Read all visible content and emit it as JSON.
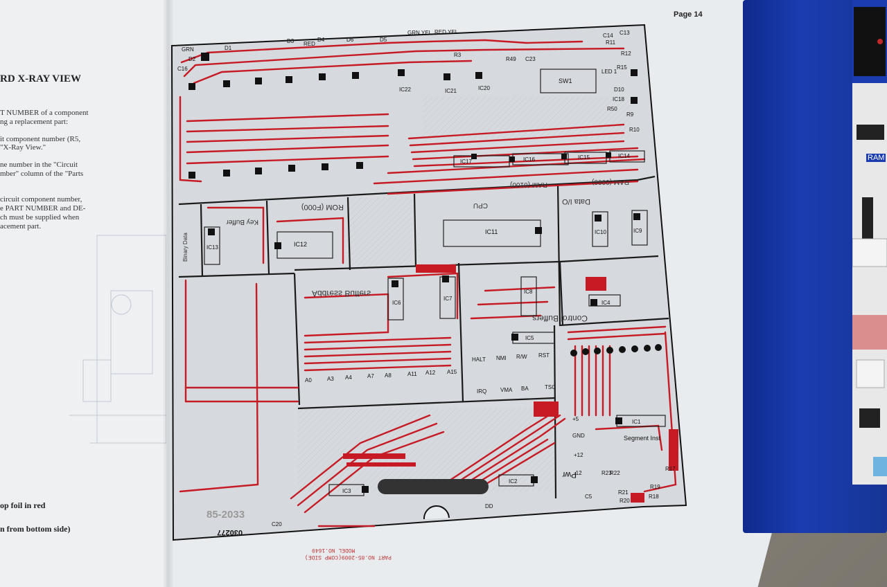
{
  "page": {
    "number": "Page 14"
  },
  "left_page": {
    "heading": "RD X-RAY VIEW",
    "paragraphs": [
      "T NUMBER of a component",
      "ng a replacement part:",
      "it component number (R5,",
      "\"X-Ray View.\"",
      "ne number in the \"Circuit",
      "mber\" column of the \"Parts",
      "circuit component number,",
      "e PART NUMBER and DE-",
      "ch must be supplied when",
      "acement part."
    ],
    "foil_note": "op foil in red",
    "bottom_note": "n from bottom side)"
  },
  "board": {
    "part_number": "85-2033",
    "serial": "030277",
    "model_line": "MODEL NO.1649",
    "part_line": "PART NO.85-2009(COMP SIDE)",
    "section_labels": [
      "Address Buffers",
      "Control Buffers",
      "Data I/O",
      "ROM (F000)",
      "RAM (0100)",
      "RAM (0000)",
      "CPU",
      "Key Buffer",
      "Segment Inst",
      "Binary Data",
      "Pwr",
      "SW1"
    ],
    "ic_labels": [
      "IC1",
      "IC2",
      "IC3",
      "IC4",
      "IC5",
      "IC6",
      "IC7",
      "IC8",
      "IC9",
      "IC10",
      "IC11",
      "IC12",
      "IC13",
      "IC14",
      "IC15",
      "IC16",
      "IC17",
      "IC18",
      "IC20",
      "IC21",
      "IC22"
    ],
    "address_labels": [
      "A0",
      "A3",
      "A4",
      "A7",
      "A8",
      "A11",
      "A12",
      "A15"
    ],
    "control_labels": [
      "HALT",
      "NMI",
      "R/W",
      "RST",
      "IRQ",
      "VMA",
      "BA",
      "TSC"
    ],
    "power_labels": [
      "GND",
      "+5",
      "+12",
      "-12"
    ],
    "top_labels": [
      "GRN",
      "D1",
      "D2",
      "D3",
      "D4",
      "D5",
      "D6",
      "GRN.YEL",
      "RED.YEL",
      "RED",
      "C16",
      "C13",
      "C14",
      "C23",
      "R3",
      "R49",
      "LED 1",
      "D10",
      "R15",
      "R50",
      "R9",
      "R10",
      "R11",
      "R12"
    ],
    "bottom_labels": [
      "C20",
      "C5",
      "R21",
      "R20",
      "R18",
      "R17",
      "R19",
      "R22",
      "R23",
      "DD"
    ]
  },
  "trainer": {
    "label": "RAM"
  }
}
